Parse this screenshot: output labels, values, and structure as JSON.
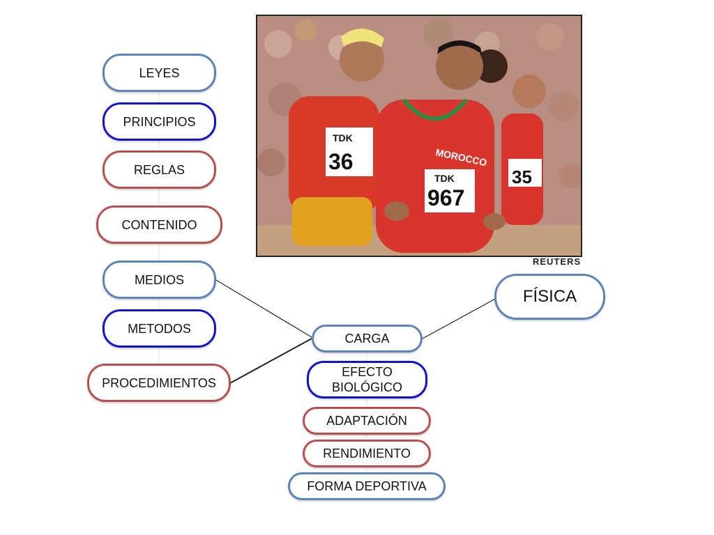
{
  "left_nodes": [
    {
      "id": "leyes",
      "label": "LEYES",
      "style": "steel"
    },
    {
      "id": "principios",
      "label": "PRINCIPIOS",
      "style": "blue"
    },
    {
      "id": "reglas",
      "label": "REGLAS",
      "style": "red"
    },
    {
      "id": "contenido",
      "label": "CONTENIDO",
      "style": "red"
    },
    {
      "id": "medios",
      "label": "MEDIOS",
      "style": "steel"
    },
    {
      "id": "metodos",
      "label": "METODOS",
      "style": "blue"
    },
    {
      "id": "procedimientos",
      "label": "PROCEDIMIENTOS",
      "style": "red"
    }
  ],
  "center_nodes": [
    {
      "id": "carga",
      "label": "CARGA",
      "style": "steel"
    },
    {
      "id": "efecto",
      "label": "EFECTO BIOLÓGICO",
      "style": "blue"
    },
    {
      "id": "adaptacion",
      "label": "ADAPTACIÓN",
      "style": "red"
    },
    {
      "id": "rendimiento",
      "label": "RENDIMIENTO",
      "style": "red"
    },
    {
      "id": "forma",
      "label": "FORMA DEPORTIVA",
      "style": "steel"
    }
  ],
  "right_node": {
    "label": "FÍSICA",
    "style": "steel"
  },
  "photo": {
    "bibs": [
      "36",
      "967",
      "35"
    ],
    "bib_brand": "TDK",
    "jersey_text": "MOROCCO",
    "credit": "REUTERS"
  },
  "colors": {
    "steel": "#5a84b6",
    "blue": "#1212c8",
    "red": "#b94e4e"
  }
}
